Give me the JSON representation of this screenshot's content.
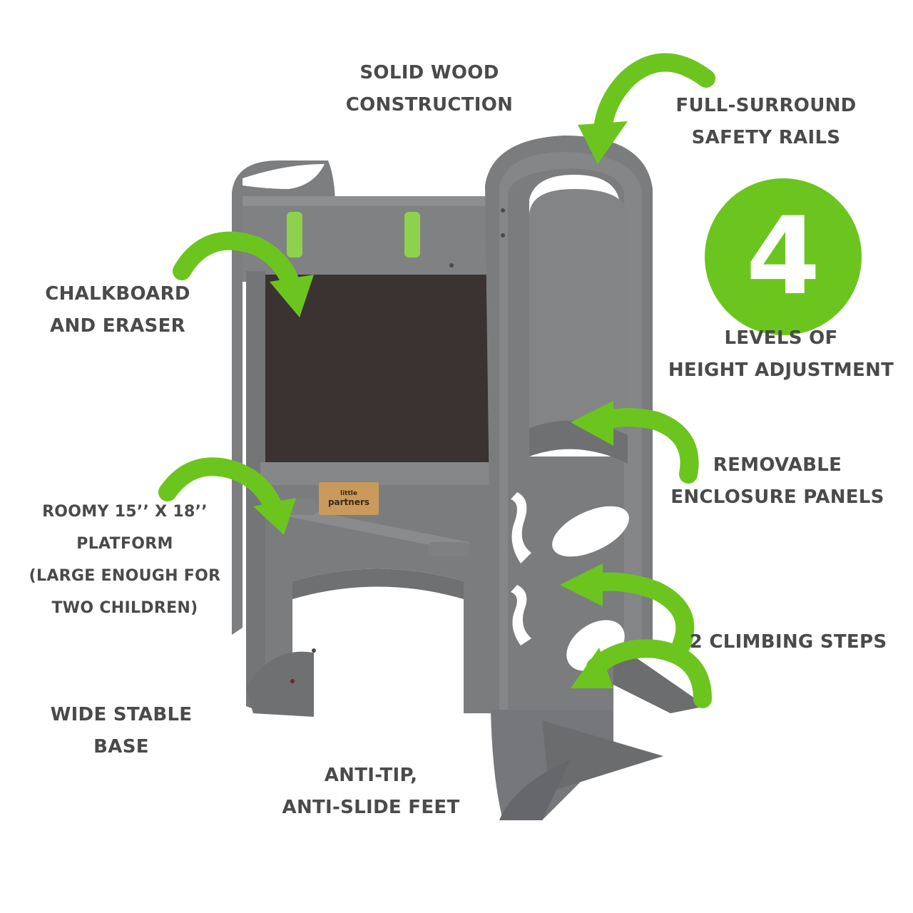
{
  "labels": {
    "solid_wood": [
      "SOLID WOOD",
      "CONSTRUCTION"
    ],
    "safety_rails": [
      "FULL-SURROUND",
      "SAFETY RAILS"
    ],
    "height_levels": [
      "LEVELS OF",
      "HEIGHT ADJUSTMENT"
    ],
    "chalkboard": [
      "CHALKBOARD",
      "AND ERASER"
    ],
    "panels": [
      "REMOVABLE",
      "ENCLOSURE PANELS"
    ],
    "platform": [
      "ROOMY 15’’ X 18’’",
      "PLATFORM",
      "(LARGE ENOUGH FOR",
      "TWO CHILDREN)"
    ],
    "steps": [
      "2 CLIMBING STEPS"
    ],
    "base": [
      "WIDE STABLE",
      "BASE"
    ],
    "feet": [
      "ANTI-TIP,",
      "ANTI-SLIDE FEET"
    ]
  },
  "badge": {
    "number": "4"
  },
  "brand": {
    "line1": "little",
    "line2": "partners"
  },
  "colors": {
    "accent": "#6cc51e",
    "text": "#4a4a4a",
    "wood": "#7b7c7e",
    "board": "#3b3232"
  }
}
